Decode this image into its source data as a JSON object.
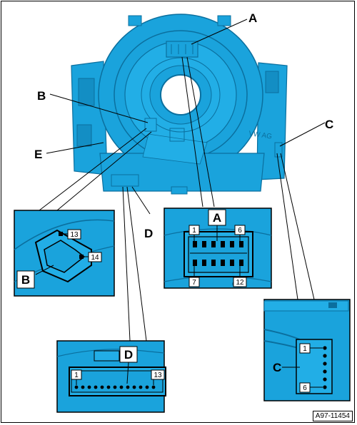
{
  "callouts": {
    "a": "A",
    "b": "B",
    "c": "C",
    "d": "D",
    "e": "E"
  },
  "insets": {
    "b": {
      "label": "B",
      "pins": [
        "13",
        "14"
      ]
    },
    "a": {
      "label": "A",
      "pins_top": [
        "1",
        "6"
      ],
      "pins_bottom": [
        "7",
        "12"
      ]
    },
    "d": {
      "label": "D",
      "pins": [
        "1",
        "13"
      ]
    },
    "c": {
      "label": "C",
      "pins": [
        "1",
        "6"
      ]
    }
  },
  "part_marking": "VW AG",
  "figure_number": "A97-11454",
  "colors": {
    "part_blue": "#1aa3dc",
    "part_dark": "#0b6f9e",
    "outline": "#000000",
    "background": "#ffffff"
  }
}
